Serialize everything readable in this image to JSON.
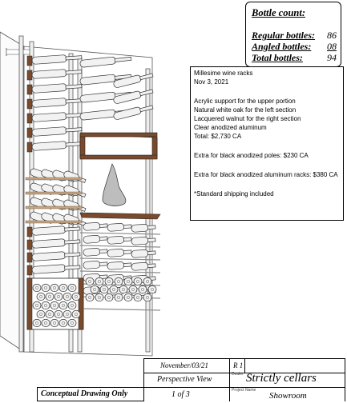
{
  "bottle_count": {
    "title": "Bottle count:",
    "rows": [
      {
        "label": "Regular bottles:",
        "value": "86"
      },
      {
        "label": "Angled bottles:",
        "value": "08"
      },
      {
        "label": "Total bottles:",
        "value": "94"
      }
    ]
  },
  "notes": {
    "lines": [
      "Millesime wine racks",
      "Nov 3, 2021",
      "",
      "Acrylic support for the upper portion",
      "Natural white oak for the left section",
      "Lacquered walnut for the right section",
      "Clear anodized aluminum",
      "Total: $2,730 CA",
      "",
      "Extra for black anodized poles: $230 CA",
      "",
      "Extra for black anodized aluminum racks: $380 CA",
      "",
      "*Standard shipping included"
    ]
  },
  "title_block": {
    "date": "November/03/21",
    "revision": "R 1",
    "view": "Perspective View",
    "dealer_label": "Dealer",
    "dealer": "Strictly cellars",
    "page": "1   of   3",
    "project_label": "Project Name",
    "project": "Showroom",
    "stamp": "Conceptual Drawing Only"
  },
  "colors": {
    "wood": "#7a4a2c",
    "wood_light": "#c9a27a",
    "metal": "#8c8c8c",
    "bottle": "#f2f2f2",
    "ink": "#000000"
  }
}
